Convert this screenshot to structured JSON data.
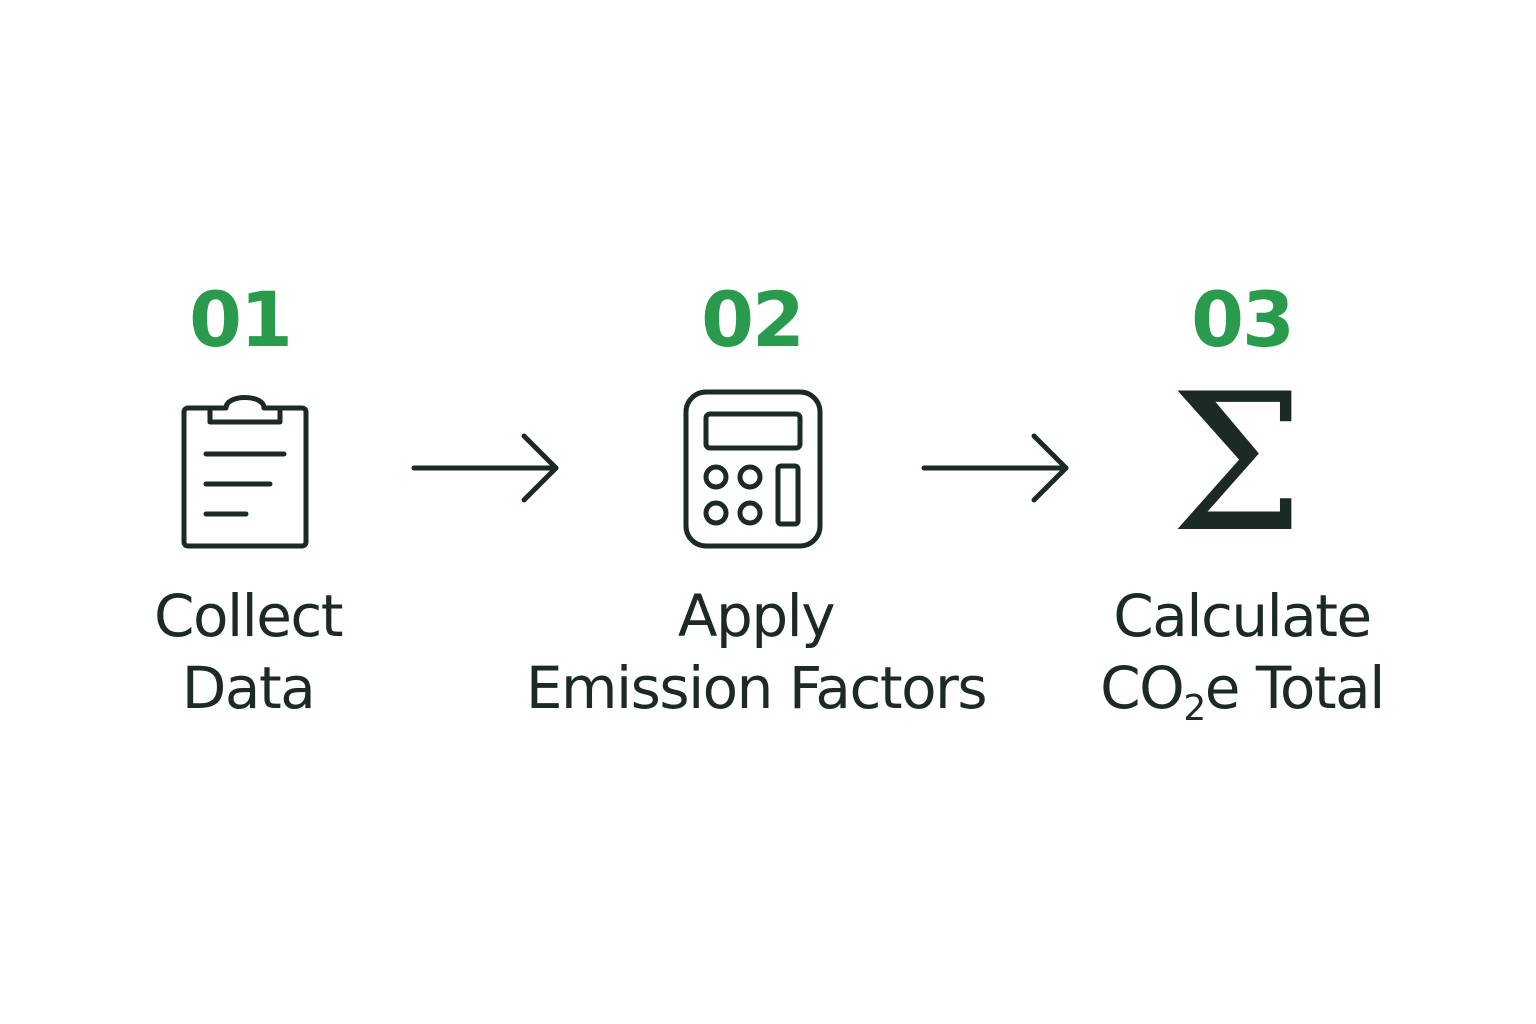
{
  "accent_color": "#2a9a4d",
  "text_color": "#1c2a26",
  "steps": [
    {
      "number": "01",
      "label_line1": "Collect",
      "label_line2": "Data",
      "icon": "clipboard-icon"
    },
    {
      "number": "02",
      "label_line1": "Apply",
      "label_line2": "Emission Factors",
      "icon": "calculator-icon"
    },
    {
      "number": "03",
      "label_line1": "Calculate",
      "label_line2_pre": "CO",
      "label_line2_sub": "2",
      "label_line2_post": "e Total",
      "icon": "sigma-icon",
      "icon_glyph": "Σ"
    }
  ],
  "arrows": [
    "arrow-right-icon",
    "arrow-right-icon"
  ]
}
